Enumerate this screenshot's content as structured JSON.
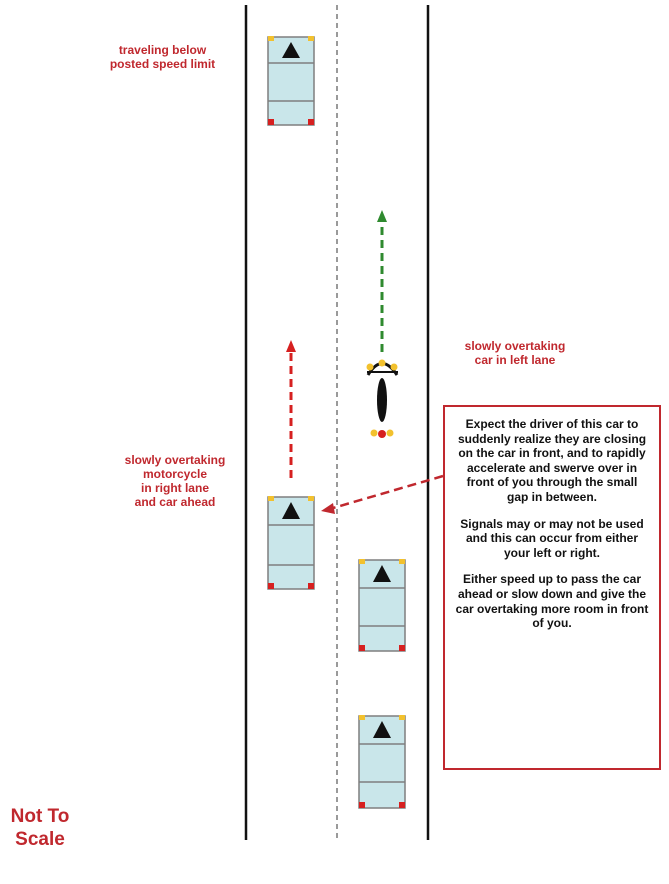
{
  "labels": {
    "lead_car": "traveling below\nposted speed limit",
    "left_lane_car": "slowly overtaking\ncar in left lane",
    "right_lane_car": "slowly overtaking\nmotorcycle\nin right lane\nand car ahead",
    "not_to_scale": "Not To\nScale"
  },
  "callout": {
    "paragraph_1": "Expect the driver of this car to suddenly realize they are closing on the car in front, and to rapidly accelerate and swerve over in front of you through the small gap in between.",
    "paragraph_2": "Signals may or may not be used and this can occur from either your left or right.",
    "paragraph_3": "Either speed up to pass the car ahead or slow down and give the car overtaking more room in front of you."
  },
  "colors": {
    "accent_red": "#c0282e",
    "arrow_green": "#2f8a2f",
    "car_body": "#c9e6ea",
    "car_outline": "#7f7f7f",
    "headlight": "#f2c12e",
    "taillight": "#d62020",
    "road_line": "#111111",
    "lane_divider": "#9a9a9a"
  },
  "vehicles": [
    "car",
    "car",
    "car",
    "car",
    "motorcycle"
  ]
}
